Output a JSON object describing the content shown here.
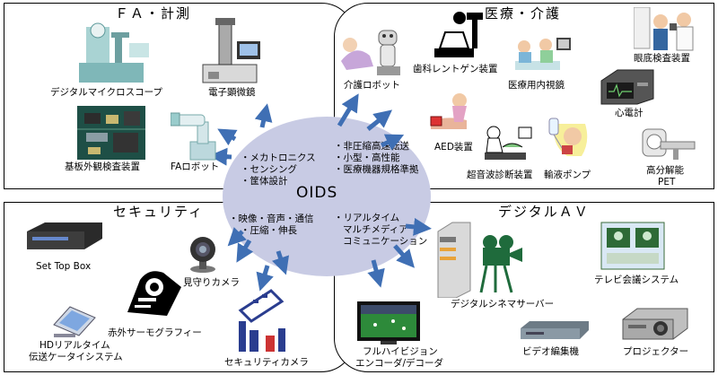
{
  "center": {
    "title": "OIDS",
    "quadrants": {
      "fa": [
        "・メカトロニクス",
        "・センシング",
        "・筐体設計"
      ],
      "medical": [
        "・非圧縮高速転送",
        "・小型・高性能",
        "・医療機器規格準拠"
      ],
      "security": [
        "・映像・音声・通信",
        "・圧縮・伸長"
      ],
      "av": [
        "・リアルタイム",
        "マルチメディア",
        "コミュニケーション"
      ]
    }
  },
  "sections": {
    "fa": {
      "title": "ＦＡ・計測",
      "items": [
        "デジタルマイクロスコープ",
        "電子顕微鏡",
        "基板外観検査装置",
        "FAロボット"
      ]
    },
    "medical": {
      "title": "医療・介護",
      "items": [
        "介護ロボット",
        "歯科レントゲン装置",
        "眼底検査装置",
        "医療用内視鏡",
        "心電計",
        "AED装置",
        "超音波診断装置",
        "輸液ポンプ",
        "高分解能",
        "PET"
      ]
    },
    "security": {
      "title": "セキュリティ",
      "items": [
        "Set Top Box",
        "見守りカメラ",
        "赤外サーモグラフィー",
        "HDリアルタイム",
        "伝送ケータイシステム",
        "セキュリティカメラ"
      ]
    },
    "av": {
      "title": "デジタルＡＶ",
      "items": [
        "テレビ会議システム",
        "デジタルシネマサーバー",
        "フルハイビジョン",
        "エンコーダ/デコーダ",
        "ビデオ編集機",
        "プロジェクター"
      ]
    }
  },
  "colors": {
    "hub": "#c8cbe4",
    "arrow": "#3f6fb4",
    "border": "#000000"
  }
}
